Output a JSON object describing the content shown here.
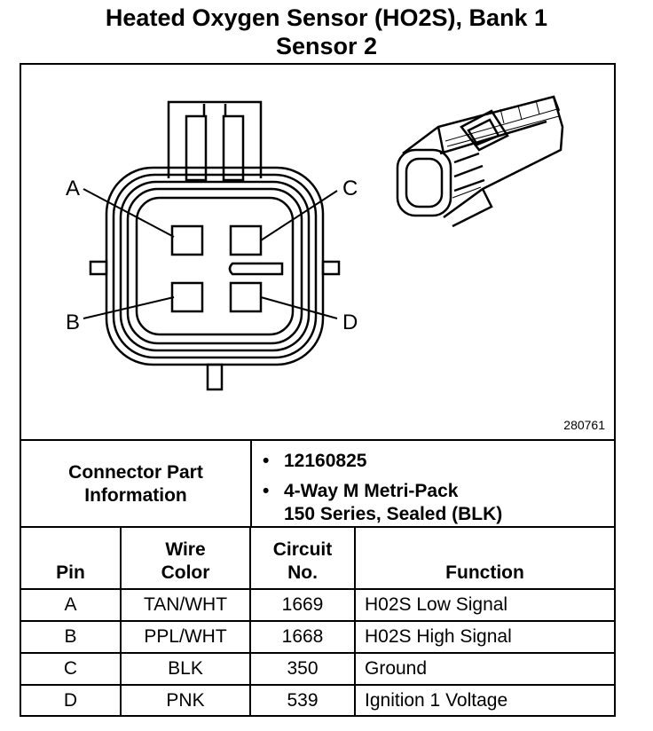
{
  "title": {
    "line1": "Heated Oxygen Sensor (HO2S), Bank 1",
    "line2": "Sensor 2"
  },
  "diagram": {
    "pin_labels": [
      "A",
      "B",
      "C",
      "D"
    ],
    "figure_number": "280761"
  },
  "connector_info": {
    "label": "Connector Part Information",
    "bullet_char": "•",
    "part_number": "12160825",
    "description_line1": "4-Way M Metri-Pack",
    "description_line2": "150 Series, Sealed (BLK)"
  },
  "table": {
    "headers": [
      "Pin",
      "Wire Color",
      "Circuit No.",
      "Function"
    ],
    "rows": [
      {
        "pin": "A",
        "wire": "TAN/WHT",
        "circuit": "1669",
        "function": "H02S Low Signal"
      },
      {
        "pin": "B",
        "wire": "PPL/WHT",
        "circuit": "1668",
        "function": "H02S High Signal"
      },
      {
        "pin": "C",
        "wire": "BLK",
        "circuit": "350",
        "function": "Ground"
      },
      {
        "pin": "D",
        "wire": "PNK",
        "circuit": "539",
        "function": "Ignition 1 Voltage"
      }
    ]
  }
}
